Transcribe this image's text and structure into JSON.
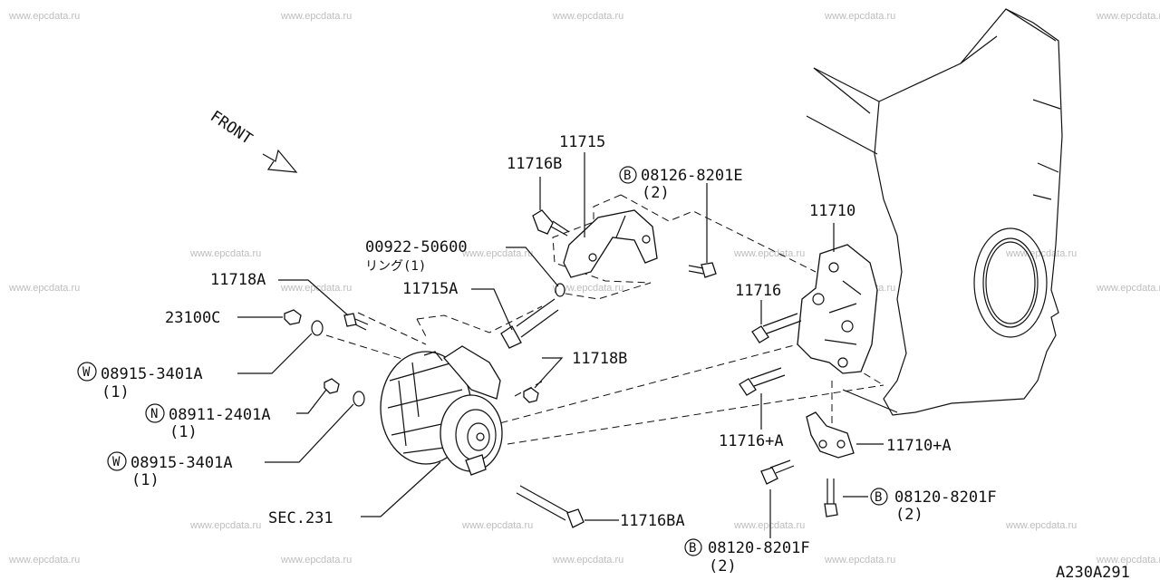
{
  "watermark": "www.epcdata.ru",
  "front_label": "FRONT",
  "diagram_code": "A230A291",
  "labels": {
    "l11715": "11715",
    "l11716B": "11716B",
    "b1_code": "08126-8201E",
    "b1_qty": "(2)",
    "l00922": "00922-50600",
    "ring": "リング(1)",
    "l11718A": "11718A",
    "l11715A": "11715A",
    "l23100C": "23100C",
    "w1_code": "08915-3401A",
    "w1_qty": "(1)",
    "l11718B": "11718B",
    "n_code": "08911-2401A",
    "n_qty": "(1)",
    "w2_code": "08915-3401A",
    "w2_qty": "(1)",
    "sec": "SEC.231",
    "l11716BA": "11716BA",
    "l11710": "11710",
    "l11716": "11716",
    "l11716pA": "11716+A",
    "l11710pA": "11710+A",
    "b2_code": "08120-8201F",
    "b2_qty": "(2)",
    "b3_code": "08120-8201F",
    "b3_qty": "(2)",
    "mark_B": "B",
    "mark_W": "W",
    "mark_N": "N"
  }
}
